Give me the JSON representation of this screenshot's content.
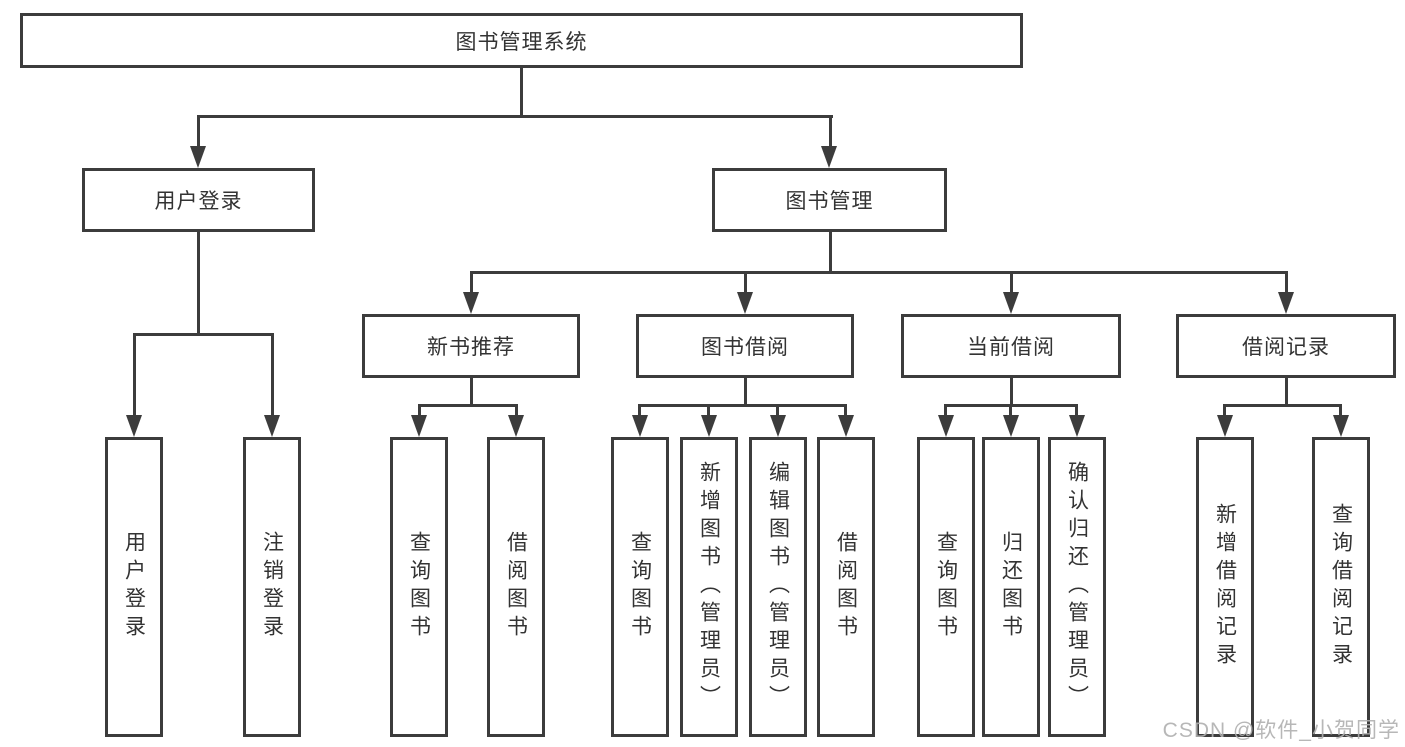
{
  "tree": {
    "root": {
      "label": "图书管理系统"
    },
    "branches": [
      {
        "label": "用户登录",
        "children": [
          {
            "label": "用户登录"
          },
          {
            "label": "注销登录"
          }
        ]
      },
      {
        "label": "图书管理",
        "groups": [
          {
            "label": "新书推荐",
            "children": [
              {
                "label": "查询图书"
              },
              {
                "label": "借阅图书"
              }
            ]
          },
          {
            "label": "图书借阅",
            "children": [
              {
                "label": "查询图书"
              },
              {
                "label": "新增图书（管理员）"
              },
              {
                "label": "编辑图书（管理员）"
              },
              {
                "label": "借阅图书"
              }
            ]
          },
          {
            "label": "当前借阅",
            "children": [
              {
                "label": "查询图书"
              },
              {
                "label": "归还图书"
              },
              {
                "label": "确认归还（管理员）"
              }
            ]
          },
          {
            "label": "借阅记录",
            "children": [
              {
                "label": "新增借阅记录"
              },
              {
                "label": "查询借阅记录"
              }
            ]
          }
        ]
      }
    ]
  },
  "watermark": {
    "text": "CSDN @软件_小贺同学"
  },
  "colors": {
    "line": "#3c3c3c",
    "text": "#333333",
    "watermark_text": "#b0b0b0",
    "background": "#ffffff"
  }
}
